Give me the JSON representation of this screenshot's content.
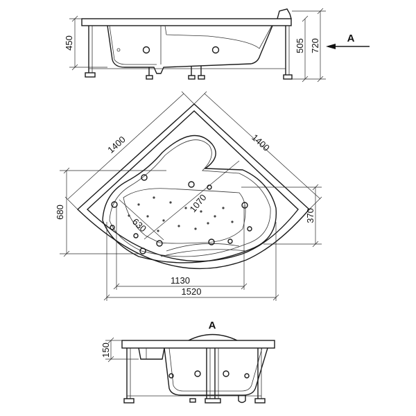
{
  "drawing": {
    "top_view": {
      "height_tub": "450",
      "height_rim": "505",
      "height_total": "720",
      "view_marker": "A"
    },
    "plan_view": {
      "side_left": "1400",
      "side_right": "1400",
      "depth_left": "680",
      "depth_right": "370",
      "diagonal_long": "1070",
      "diagonal_short": "630",
      "inner_width": "1130",
      "overall_width": "1520"
    },
    "bottom_view": {
      "view_marker": "A",
      "height_step": "150"
    }
  }
}
